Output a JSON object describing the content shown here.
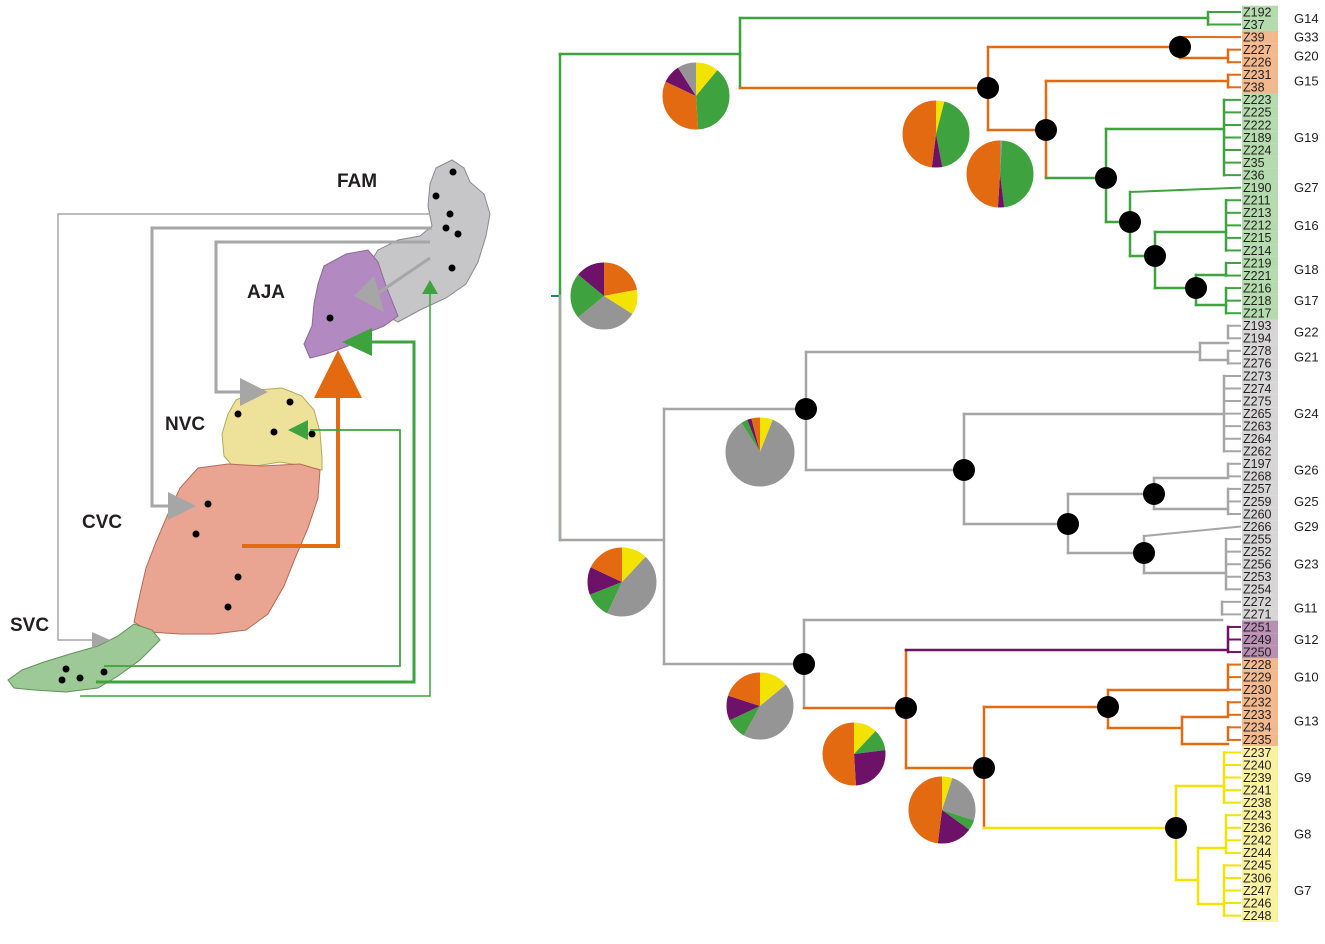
{
  "colors": {
    "SVC": "#3ea33e",
    "CVC": "#e46a12",
    "NVC": "#f2e400",
    "AJA": "#6e1169",
    "FAM": "#959595",
    "gray_line": "#a6a6a6",
    "node": "#000000"
  },
  "map": {
    "regions": [
      {
        "code": "FAM",
        "label": "FAM",
        "color": "#c6c6c8"
      },
      {
        "code": "AJA",
        "label": "AJA",
        "color": "#b389c2"
      },
      {
        "code": "NVC",
        "label": "NVC",
        "color": "#eee29a"
      },
      {
        "code": "CVC",
        "label": "CVC",
        "color": "#e9a492"
      },
      {
        "code": "SVC",
        "label": "SVC",
        "color": "#9cc996"
      }
    ]
  },
  "tree": {
    "tips": [
      {
        "label": "Z192",
        "color": "#3ea33e"
      },
      {
        "label": "Z37",
        "color": "#3ea33e"
      },
      {
        "label": "Z39",
        "color": "#e46a12"
      },
      {
        "label": "Z227",
        "color": "#e46a12"
      },
      {
        "label": "Z226",
        "color": "#e46a12"
      },
      {
        "label": "Z231",
        "color": "#e46a12"
      },
      {
        "label": "Z38",
        "color": "#e46a12"
      },
      {
        "label": "Z223",
        "color": "#3ea33e"
      },
      {
        "label": "Z225",
        "color": "#3ea33e"
      },
      {
        "label": "Z222",
        "color": "#3ea33e"
      },
      {
        "label": "Z189",
        "color": "#3ea33e"
      },
      {
        "label": "Z224",
        "color": "#3ea33e"
      },
      {
        "label": "Z35",
        "color": "#3ea33e"
      },
      {
        "label": "Z36",
        "color": "#3ea33e"
      },
      {
        "label": "Z190",
        "color": "#3ea33e"
      },
      {
        "label": "Z211",
        "color": "#3ea33e"
      },
      {
        "label": "Z213",
        "color": "#3ea33e"
      },
      {
        "label": "Z212",
        "color": "#3ea33e"
      },
      {
        "label": "Z215",
        "color": "#3ea33e"
      },
      {
        "label": "Z214",
        "color": "#3ea33e"
      },
      {
        "label": "Z219",
        "color": "#3ea33e"
      },
      {
        "label": "Z221",
        "color": "#3ea33e"
      },
      {
        "label": "Z216",
        "color": "#3ea33e"
      },
      {
        "label": "Z218",
        "color": "#3ea33e"
      },
      {
        "label": "Z217",
        "color": "#3ea33e"
      },
      {
        "label": "Z193",
        "color": "#959595"
      },
      {
        "label": "Z194",
        "color": "#959595"
      },
      {
        "label": "Z278",
        "color": "#959595"
      },
      {
        "label": "Z276",
        "color": "#959595"
      },
      {
        "label": "Z273",
        "color": "#959595"
      },
      {
        "label": "Z274",
        "color": "#959595"
      },
      {
        "label": "Z275",
        "color": "#959595"
      },
      {
        "label": "Z265",
        "color": "#959595"
      },
      {
        "label": "Z263",
        "color": "#959595"
      },
      {
        "label": "Z264",
        "color": "#959595"
      },
      {
        "label": "Z262",
        "color": "#959595"
      },
      {
        "label": "Z197",
        "color": "#959595"
      },
      {
        "label": "Z268",
        "color": "#959595"
      },
      {
        "label": "Z257",
        "color": "#959595"
      },
      {
        "label": "Z259",
        "color": "#959595"
      },
      {
        "label": "Z260",
        "color": "#959595"
      },
      {
        "label": "Z266",
        "color": "#959595"
      },
      {
        "label": "Z255",
        "color": "#959595"
      },
      {
        "label": "Z252",
        "color": "#959595"
      },
      {
        "label": "Z256",
        "color": "#959595"
      },
      {
        "label": "Z253",
        "color": "#959595"
      },
      {
        "label": "Z254",
        "color": "#959595"
      },
      {
        "label": "Z272",
        "color": "#959595"
      },
      {
        "label": "Z271",
        "color": "#959595"
      },
      {
        "label": "Z251",
        "color": "#6e1169"
      },
      {
        "label": "Z249",
        "color": "#6e1169"
      },
      {
        "label": "Z250",
        "color": "#6e1169"
      },
      {
        "label": "Z228",
        "color": "#e46a12"
      },
      {
        "label": "Z229",
        "color": "#e46a12"
      },
      {
        "label": "Z230",
        "color": "#e46a12"
      },
      {
        "label": "Z232",
        "color": "#e46a12"
      },
      {
        "label": "Z233",
        "color": "#e46a12"
      },
      {
        "label": "Z234",
        "color": "#e46a12"
      },
      {
        "label": "Z235",
        "color": "#e46a12"
      },
      {
        "label": "Z237",
        "color": "#f2e400"
      },
      {
        "label": "Z240",
        "color": "#f2e400"
      },
      {
        "label": "Z239",
        "color": "#f2e400"
      },
      {
        "label": "Z241",
        "color": "#f2e400"
      },
      {
        "label": "Z238",
        "color": "#f2e400"
      },
      {
        "label": "Z243",
        "color": "#f2e400"
      },
      {
        "label": "Z236",
        "color": "#f2e400"
      },
      {
        "label": "Z242",
        "color": "#f2e400"
      },
      {
        "label": "Z244",
        "color": "#f2e400"
      },
      {
        "label": "Z245",
        "color": "#f2e400"
      },
      {
        "label": "Z306",
        "color": "#f2e400"
      },
      {
        "label": "Z247",
        "color": "#f2e400"
      },
      {
        "label": "Z246",
        "color": "#f2e400"
      },
      {
        "label": "Z248",
        "color": "#f2e400"
      }
    ],
    "groups": [
      {
        "label": "G14"
      },
      {
        "label": "G33"
      },
      {
        "label": "G20"
      },
      {
        "label": "G15"
      },
      {
        "label": "G19"
      },
      {
        "label": "G27"
      },
      {
        "label": "G16"
      },
      {
        "label": "G18"
      },
      {
        "label": "G17"
      },
      {
        "label": "G22"
      },
      {
        "label": "G21"
      },
      {
        "label": "G24"
      },
      {
        "label": "G26"
      },
      {
        "label": "G25"
      },
      {
        "label": "G29"
      },
      {
        "label": "G23"
      },
      {
        "label": "G11"
      },
      {
        "label": "G12"
      },
      {
        "label": "G10"
      },
      {
        "label": "G13"
      },
      {
        "label": "G9"
      },
      {
        "label": "G8"
      },
      {
        "label": "G7"
      }
    ],
    "ancestral_state_pies": [
      {
        "node": "root",
        "fractions": {
          "CVC": 0.22,
          "NVC": 0.12,
          "FAM": 0.3,
          "SVC": 0.22,
          "AJA": 0.14
        }
      },
      {
        "node": "green-orange-clade",
        "fractions": {
          "NVC": 0.11,
          "SVC": 0.38,
          "CVC": 0.33,
          "AJA": 0.09,
          "FAM": 0.09
        }
      },
      {
        "node": "orange-green-subclade-1",
        "fractions": {
          "NVC": 0.04,
          "SVC": 0.43,
          "AJA": 0.05,
          "CVC": 0.48
        }
      },
      {
        "node": "orange-green-subclade-2",
        "fractions": {
          "FAM": 0.01,
          "SVC": 0.47,
          "AJA": 0.03,
          "CVC": 0.49
        }
      },
      {
        "node": "gray-clade",
        "fractions": {
          "NVC": 0.06,
          "FAM": 0.85,
          "SVC": 0.03,
          "AJA": 0.02,
          "CVC": 0.04
        }
      },
      {
        "node": "gray-lower-clade",
        "fractions": {
          "NVC": 0.12,
          "FAM": 0.45,
          "SVC": 0.12,
          "AJA": 0.13,
          "CVC": 0.18
        }
      },
      {
        "node": "mixed-clade-1",
        "fractions": {
          "NVC": 0.14,
          "FAM": 0.44,
          "SVC": 0.1,
          "AJA": 0.12,
          "CVC": 0.2
        }
      },
      {
        "node": "mixed-clade-2",
        "fractions": {
          "NVC": 0.12,
          "SVC": 0.11,
          "AJA": 0.26,
          "CVC": 0.51
        }
      },
      {
        "node": "mixed-clade-3",
        "fractions": {
          "NVC": 0.05,
          "FAM": 0.25,
          "SVC": 0.05,
          "AJA": 0.17,
          "CVC": 0.48
        }
      }
    ]
  }
}
